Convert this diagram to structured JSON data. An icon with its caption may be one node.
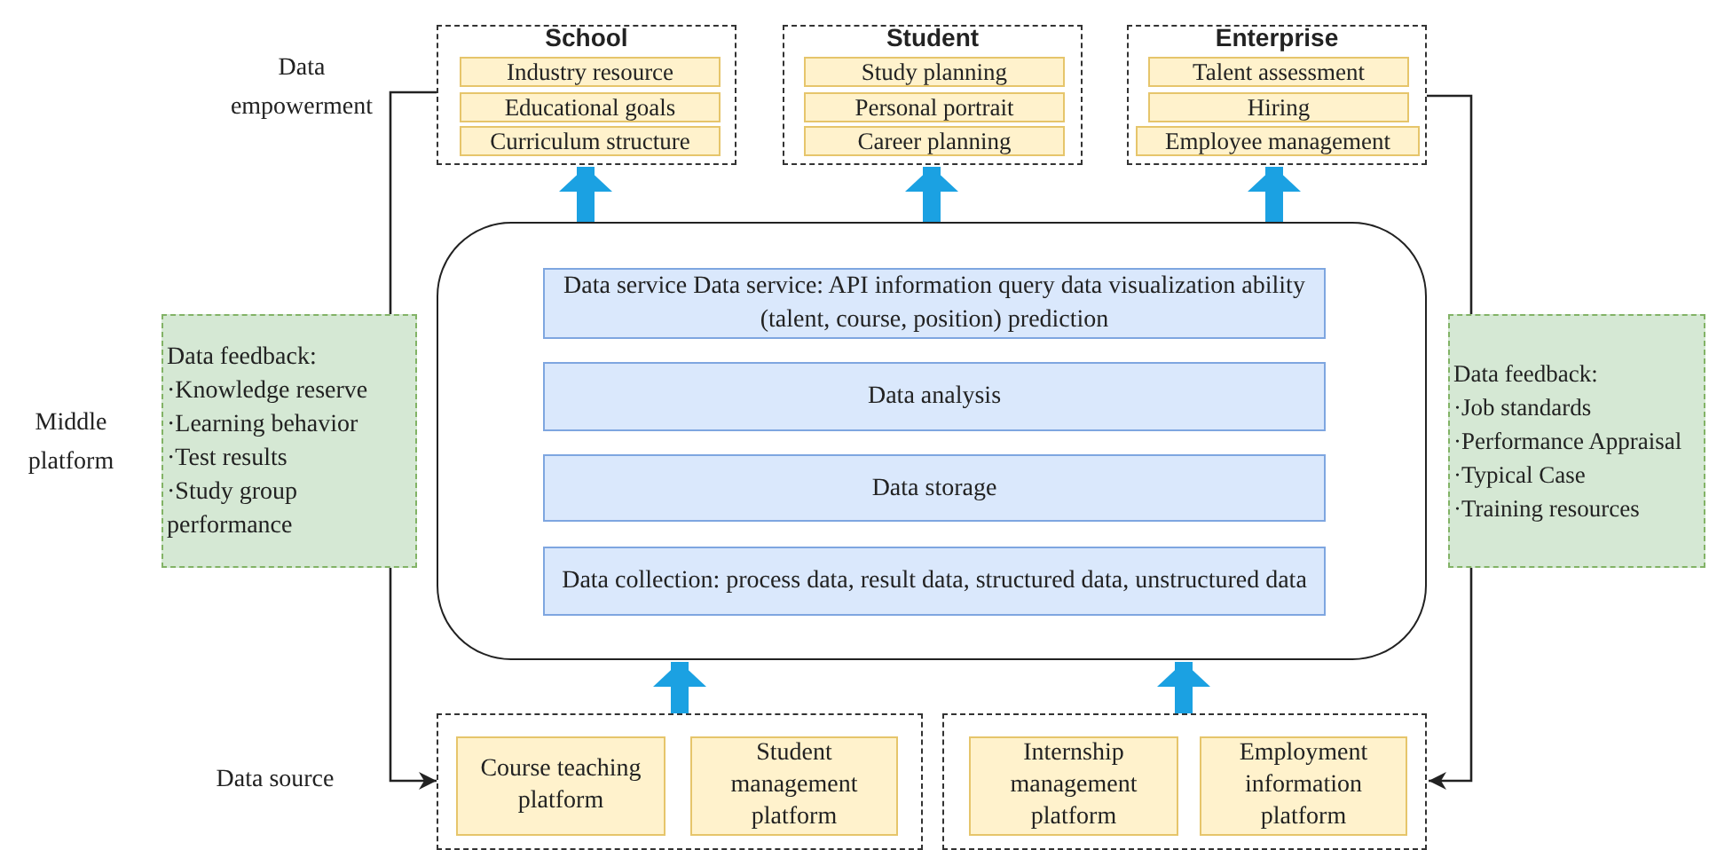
{
  "diagram": {
    "nodes": [
      {
        "text": [
          "School"
        ]
      },
      {
        "text": [
          "Industry resource"
        ],
        "in": 0
      },
      {
        "text": [
          "Educational goals"
        ],
        "in": 0
      },
      {
        "text": [
          "Curriculum structure"
        ],
        "in": 0
      },
      {
        "text": [
          "Student"
        ]
      },
      {
        "text": [
          "Study planning"
        ],
        "in": 4
      },
      {
        "text": [
          "Personal portrait"
        ],
        "in": 4
      },
      {
        "text": [
          "Career planning"
        ],
        "in": 4
      },
      {
        "text": [
          "Enterprise"
        ]
      },
      {
        "text": [
          "Talent assessment"
        ],
        "in": 8
      },
      {
        "text": [
          "Hiring"
        ],
        "in": 8
      },
      {
        "text": [
          "Employee management"
        ],
        "in": 8
      },
      {
        "text": [
          "Data feedback:",
          "·Knowledge reserve",
          "·Learning behavior",
          "·Test results",
          "·Study group performance"
        ]
      },
      {
        "text": [],
        "shape": "box"
      },
      {
        "text": [
          "Data service Data service: API information query data visualization ability (talent, course, position) prediction"
        ],
        "in": 13
      },
      {
        "text": [
          "Data analysis"
        ],
        "in": 13
      },
      {
        "text": [
          "Data storage"
        ],
        "in": 13
      },
      {
        "text": [
          "Data collection: process data, result data, structured data, unstructured data"
        ],
        "in": 13
      },
      {
        "text": [
          "Data feedback:",
          "·Job standards",
          "·Performance Appraisal",
          "·Typical Case",
          "·Training resources"
        ]
      },
      {
        "text": [],
        "shape": "box"
      },
      {
        "text": [
          "Course teaching platform"
        ],
        "in": 19
      },
      {
        "text": [
          "Student management platform"
        ],
        "in": 19
      },
      {
        "text": [],
        "shape": "box"
      },
      {
        "text": [
          "Internship management platform"
        ],
        "in": 22
      },
      {
        "text": [
          "Employment information platform"
        ],
        "in": 22
      }
    ],
    "edges": [
      {
        "from": 13,
        "to": 0,
        "arrow": "to"
      },
      {
        "from": 13,
        "to": 4,
        "arrow": "to"
      },
      {
        "from": 13,
        "to": 8,
        "arrow": "to"
      },
      {
        "from": 19,
        "to": 13,
        "arrow": "to"
      },
      {
        "from": 22,
        "to": 13,
        "arrow": "to"
      },
      {
        "from": 0,
        "to": 12,
        "arrow": "none",
        "color": "#222222"
      },
      {
        "from": 12,
        "to": 19,
        "arrow": "to",
        "color": "#222222"
      },
      {
        "from": 8,
        "to": 18,
        "arrow": "none",
        "color": "#222222"
      },
      {
        "from": 18,
        "to": 22,
        "arrow": "to",
        "color": "#222222"
      }
    ],
    "labels": [
      "Data empowerment",
      "Middle platform",
      "Data source"
    ]
  }
}
